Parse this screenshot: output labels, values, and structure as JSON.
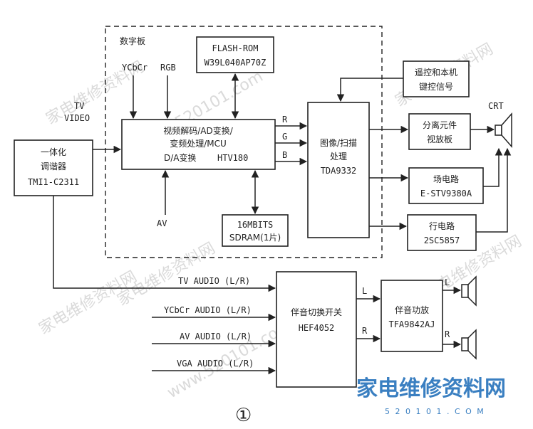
{
  "figure_number": "①",
  "watermarks": {
    "site_cn": "家电维修资料网",
    "site_url": "www.520101.com"
  },
  "logo": {
    "text": "家电维修资料网",
    "url": "5 2 0 1 0 1 . C O M",
    "color": "#3a7fc1"
  },
  "digital_board": {
    "title": "数字板"
  },
  "inputs": {
    "ycbcr": "YCbCr",
    "rgb": "RGB",
    "tv_video_1": "TV",
    "tv_video_2": "VIDEO",
    "av": "AV"
  },
  "blocks": {
    "tuner": {
      "line1": "一体化",
      "line2": "调谐器",
      "line3": "TMI1-C2311"
    },
    "flash": {
      "line1": "FLASH-ROM",
      "line2": "W39L040AP70Z"
    },
    "decoder": {
      "line1": "视频解码/AD变换/",
      "line2": "变频处理/MCU",
      "line3": "D/A变换",
      "line4": "HTV180"
    },
    "sdram": {
      "line1": "16MBITS",
      "line2": "SDRAM(1片)"
    },
    "remote": {
      "line1": "遥控和本机",
      "line2": "键控信号"
    },
    "image_proc": {
      "line1": "图像/扫描",
      "line2": "处理",
      "line3": "TDA9332"
    },
    "crt_board": {
      "line1": "分离元件",
      "line2": "视放板"
    },
    "field": {
      "line1": "场电路",
      "line2": "E-STV9380A"
    },
    "line": {
      "line1": "行电路",
      "line2": "2SC5857"
    },
    "audio_switch": {
      "line1": "伴音切换开关",
      "line2": "HEF4052"
    },
    "audio_amp": {
      "line1": "伴音功放",
      "line2": "TFA9842AJ"
    }
  },
  "signals": {
    "r": "R",
    "g": "G",
    "b": "B",
    "crt": "CRT",
    "left": "L",
    "right": "R",
    "amp_left": "L",
    "amp_right": "R"
  },
  "audio_inputs": {
    "tv": "TV AUDIO (L/R)",
    "ycbcr": "YCbCr AUDIO (L/R)",
    "av": "AV AUDIO (L/R)",
    "vga": "VGA AUDIO (L/R)"
  }
}
